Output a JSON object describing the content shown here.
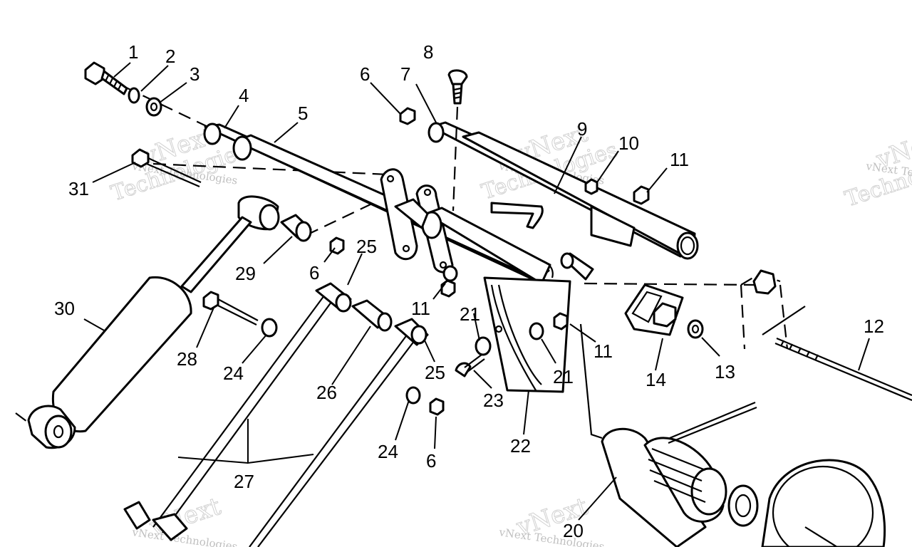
{
  "diagram": {
    "callouts": [
      "1",
      "2",
      "3",
      "4",
      "5",
      "6",
      "7",
      "8",
      "9",
      "10",
      "11",
      "31",
      "29",
      "25",
      "6",
      "30",
      "28",
      "24",
      "11",
      "21",
      "11",
      "12",
      "26",
      "25",
      "21",
      "13",
      "14",
      "23",
      "22",
      "24",
      "6",
      "27",
      "20"
    ]
  },
  "watermark": {
    "line1": "vNext",
    "line2": "Technologies",
    "small": "vNext Technologies"
  }
}
